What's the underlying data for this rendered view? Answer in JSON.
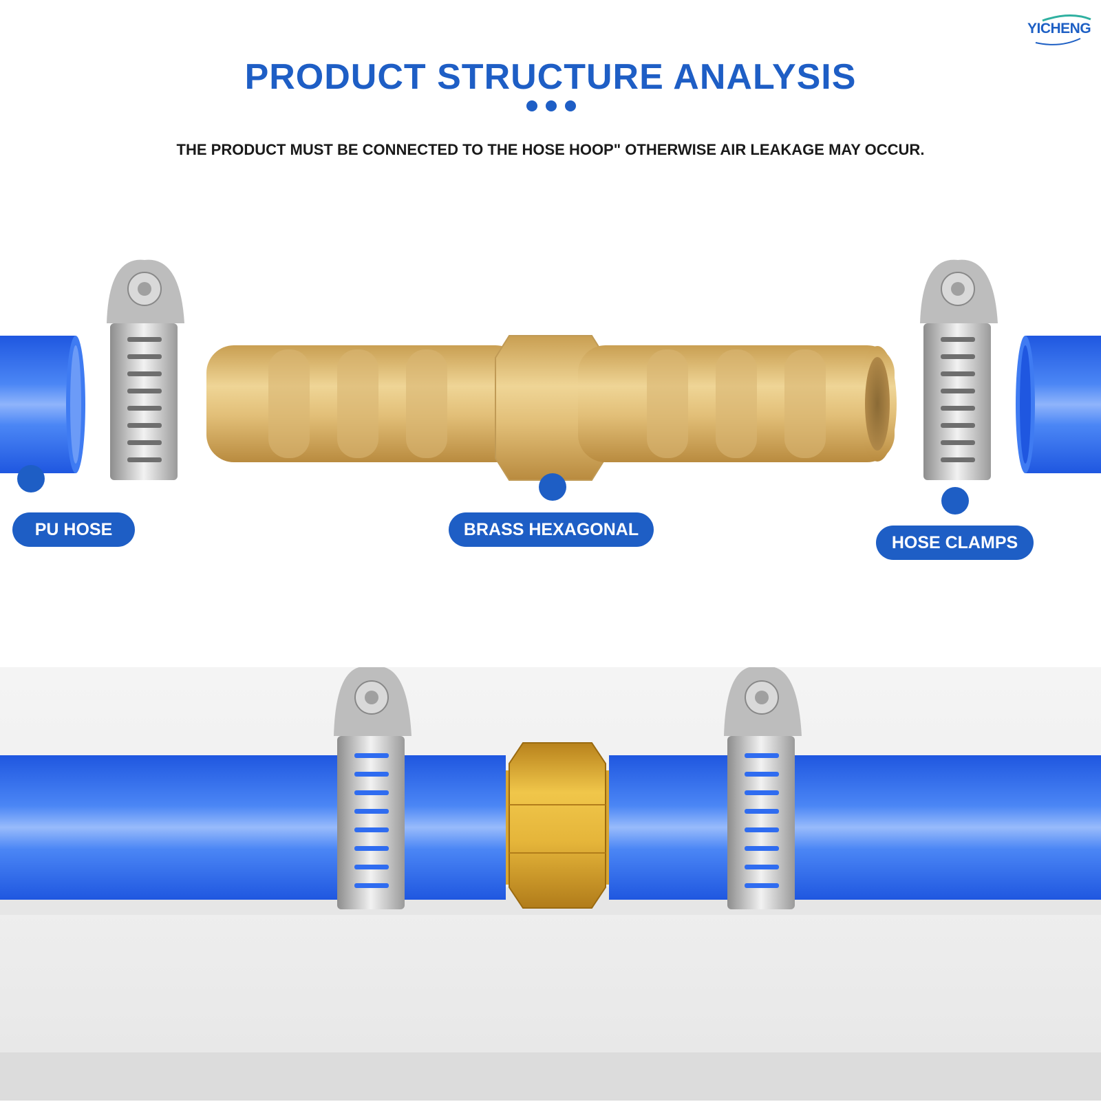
{
  "brand": {
    "logo_text": "YICHENG"
  },
  "header": {
    "title": "PRODUCT STRUCTURE ANALYSIS",
    "subtitle": "THE PRODUCT MUST BE CONNECTED TO THE HOSE HOOP\" OTHERWISE AIR LEAKAGE MAY OCCUR."
  },
  "labels": {
    "pu_hose": "PU HOSE",
    "brass_hexagonal": "BRASS HEXAGONAL",
    "hose_clamps": "HOSE CLAMPS"
  },
  "colors": {
    "accent": "#1e5ec5",
    "hose": "#2f6cf0",
    "brass": "#d4ae63"
  }
}
